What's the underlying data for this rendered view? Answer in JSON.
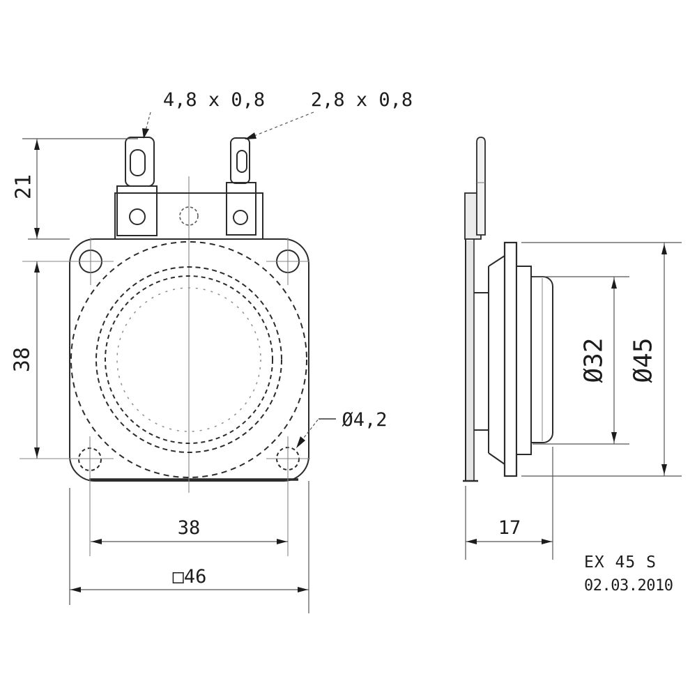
{
  "drawing": {
    "front_view": {
      "terminal_large_label": "4,8 x 0,8",
      "terminal_small_label": "2,8 x 0,8",
      "dim_terminal_height": "21",
      "dim_hole_spacing_vertical": "38",
      "dim_hole_diameter": "Ø4,2",
      "dim_hole_spacing_horizontal": "38",
      "dim_flange_square": "□46"
    },
    "side_view": {
      "dim_magnet_diameter": "Ø32",
      "dim_ring_diameter": "Ø45",
      "dim_depth": "17"
    },
    "title_block": {
      "model": "EX 45 S",
      "date": "02.03.2010"
    }
  }
}
